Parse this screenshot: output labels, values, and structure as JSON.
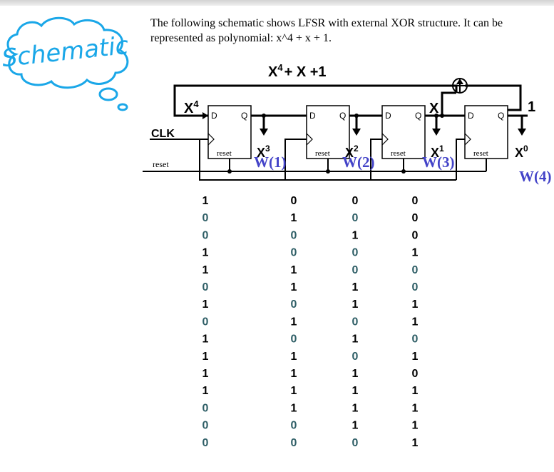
{
  "cloud_label": "Schematic",
  "intro_text": "The following schematic shows LFSR with external XOR structure. It can be represented as polynomial: x^4 + x + 1.",
  "schematic": {
    "polynomial_label": {
      "base1": "X",
      "exp1": "4",
      "rest": "+ X +1"
    },
    "feedback_x4": {
      "base": "X",
      "exp": "4"
    },
    "tap_x": "X",
    "tap_one": "1",
    "clk_label": "CLK",
    "reset_label": "reset",
    "flipflops": [
      {
        "d": "D",
        "q": "Q",
        "reset": "reset"
      },
      {
        "d": "D",
        "q": "Q",
        "reset": "reset"
      },
      {
        "d": "D",
        "q": "Q",
        "reset": "reset"
      },
      {
        "d": "D",
        "q": "Q",
        "reset": "reset"
      }
    ],
    "outputs": [
      {
        "base": "X",
        "exp": "3"
      },
      {
        "base": "X",
        "exp": "2"
      },
      {
        "base": "X",
        "exp": "1"
      },
      {
        "base": "X",
        "exp": "0"
      }
    ],
    "wire_labels": [
      "W(1)",
      "W(2)",
      "W(3)",
      "W(4)"
    ],
    "colors": {
      "wire_label": "#4343c8",
      "line": "#000000"
    }
  },
  "state_table": {
    "rows": [
      [
        "1",
        "0",
        "0",
        "0"
      ],
      [
        "0",
        "1",
        "0",
        "0"
      ],
      [
        "0",
        "0",
        "1",
        "0"
      ],
      [
        "1",
        "0",
        "0",
        "1"
      ],
      [
        "1",
        "1",
        "0",
        "0"
      ],
      [
        "0",
        "1",
        "1",
        "0"
      ],
      [
        "1",
        "0",
        "1",
        "1"
      ],
      [
        "0",
        "1",
        "0",
        "1"
      ],
      [
        "1",
        "0",
        "1",
        "0"
      ],
      [
        "1",
        "1",
        "0",
        "1"
      ],
      [
        "1",
        "1",
        "1",
        "0"
      ],
      [
        "1",
        "1",
        "1",
        "1"
      ],
      [
        "0",
        "1",
        "1",
        "1"
      ],
      [
        "0",
        "0",
        "1",
        "1"
      ],
      [
        "0",
        "0",
        "0",
        "1"
      ]
    ],
    "colors": {
      "bold": "#2e5e66",
      "plain": "#000000"
    }
  }
}
